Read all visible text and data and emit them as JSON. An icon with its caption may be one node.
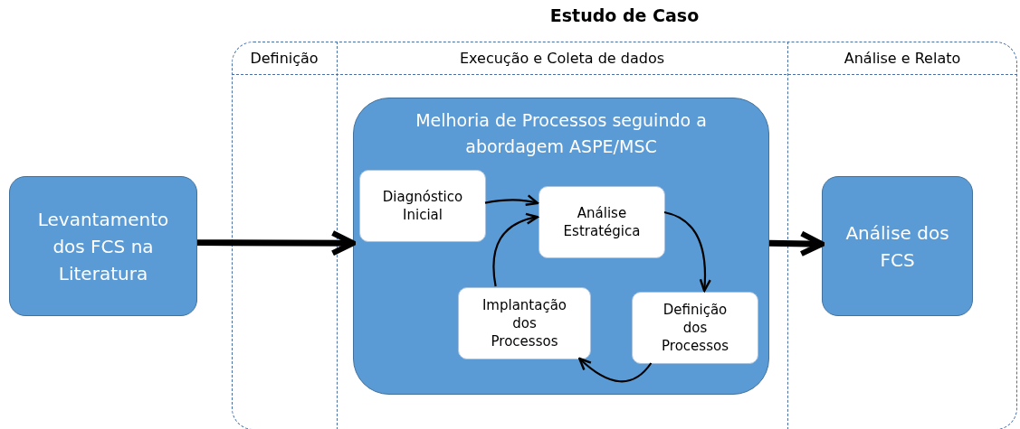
{
  "diagram": {
    "nodes": [
      {
        "text": [
          "Levantamento dos FCS na Literatura"
        ]
      },
      {
        "text": [
          "Estudo de Caso"
        ]
      },
      {
        "text": [
          "Melhoria de Processos seguindo a abordagem ASPE/MSC"
        ],
        "in": 1
      },
      {
        "text": [
          "Diagnóstico Inicial"
        ],
        "in": 2
      },
      {
        "text": [
          "Análise Estratégica"
        ],
        "in": 2
      },
      {
        "text": [
          "Definição dos Processos"
        ],
        "in": 2
      },
      {
        "text": [
          "Implantação dos Processos"
        ],
        "in": 2
      },
      {
        "text": [
          "Análise dos FCS"
        ],
        "in": 1
      }
    ],
    "edges": [
      {
        "from": 0,
        "to": 2,
        "arrow": "to",
        "style": "thick"
      },
      {
        "from": 2,
        "to": 7,
        "arrow": "to",
        "style": "thick"
      },
      {
        "from": 3,
        "to": 4,
        "arrow": "to"
      },
      {
        "from": 4,
        "to": 5,
        "arrow": "to"
      },
      {
        "from": 5,
        "to": 6,
        "arrow": "to"
      },
      {
        "from": 6,
        "to": 4,
        "arrow": "to"
      }
    ],
    "labels": [
      "Definição",
      "Execução e Coleta de dados",
      "Análise e Relato"
    ]
  }
}
